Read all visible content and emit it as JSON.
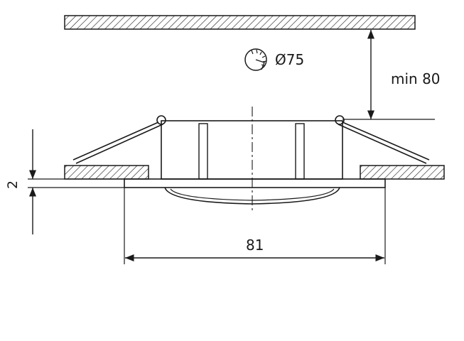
{
  "labels": {
    "cutout_diameter": "Ø75",
    "min_clearance": "min 80",
    "bezel_thickness": "2",
    "outer_diameter": "81"
  },
  "icons": {
    "cutout_tool": "hole-saw-icon"
  },
  "colors": {
    "line": "#1a1a1a",
    "background": "#ffffff"
  }
}
